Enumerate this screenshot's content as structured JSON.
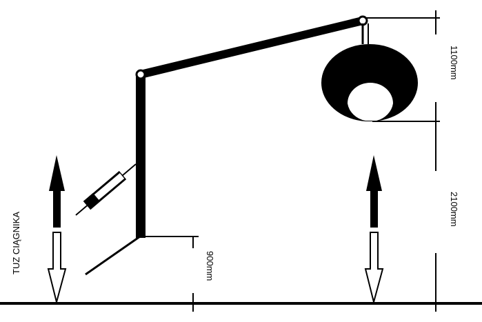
{
  "colors": {
    "ink": "#000000",
    "paper": "#ffffff"
  },
  "labels": {
    "tractor_side": "TUZ CIĄGNIKA",
    "hitch_height": "900mm",
    "height_to_lamp": "2100mm",
    "lamp_height": "1100mm"
  },
  "icons": {
    "lift_arrows": [
      "up-arrow-icon",
      "down-arrow-icon"
    ]
  }
}
